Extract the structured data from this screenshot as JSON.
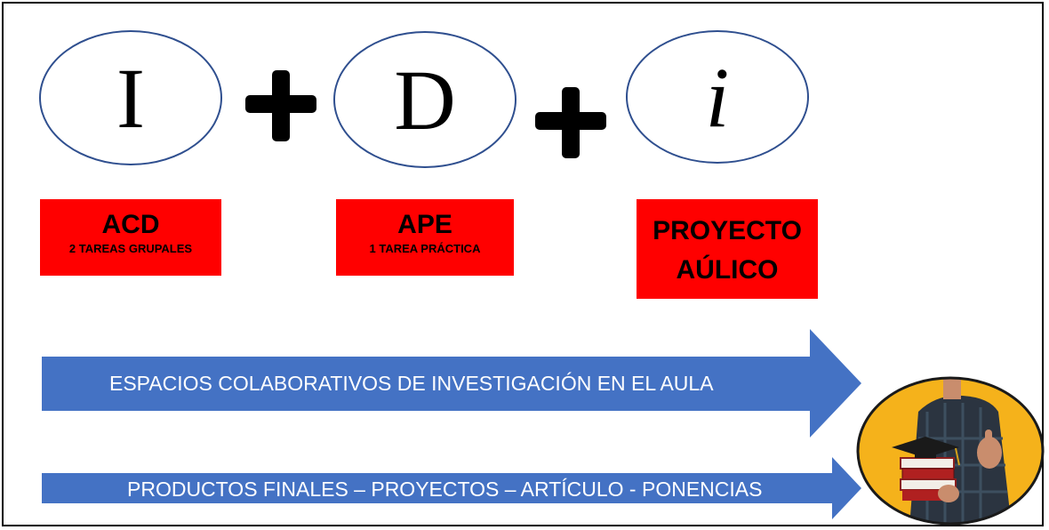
{
  "equation": {
    "term1": "I",
    "term2": "D",
    "term3": "i",
    "operator_icon": "plus-icon"
  },
  "boxes": [
    {
      "title": "ACD",
      "subtitle": "2 TAREAS GRUPALES"
    },
    {
      "title": "APE",
      "subtitle": "1 TAREA PRÁCTICA"
    },
    {
      "title_line1": "PROYECTO",
      "title_line2": "AÚLICO"
    }
  ],
  "arrows": [
    {
      "label": "ESPACIOS COLABORATIVOS DE INVESTIGACIÓN EN EL AULA"
    },
    {
      "label": "PRODUCTOS FINALES – PROYECTOS – ARTÍCULO - PONENCIAS"
    }
  ],
  "colors": {
    "box_red": "#ff0000",
    "arrow_blue": "#4472c4",
    "circle_border": "#2f4f8f",
    "photo_background": "#f5b21b"
  },
  "photo": {
    "icon": "graduate-holding-books-icon"
  }
}
